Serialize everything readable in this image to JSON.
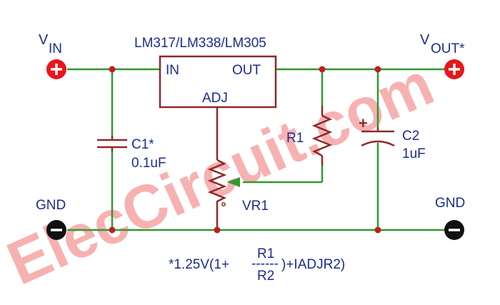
{
  "ic": {
    "name": "LM317/LM338/LM305",
    "in": "IN",
    "out": "OUT",
    "adj": "ADJ"
  },
  "vin": {
    "v": "V",
    "sub": "IN"
  },
  "vout": {
    "v": "V",
    "sub": "OUT*"
  },
  "gnd_left": "GND",
  "gnd_right": "GND",
  "c1": {
    "name": "C1*",
    "value": "0.1uF"
  },
  "c2": {
    "name": "C2",
    "value": "1uF",
    "polarity": "+"
  },
  "r1": "R1",
  "vr1": "VR1",
  "formula": {
    "prefix": "*1.25V(1+",
    "dash": "------",
    "num": "R1",
    "den": "R2",
    "suffix": ")+IADJR2)"
  },
  "watermark": "ElecCircuit.com",
  "colors": {
    "wire": "#2f9a2f",
    "component": "#8c2a2a",
    "node": "#c21e1e",
    "plus_terminal": "#e8161c",
    "minus_terminal": "#111111",
    "label": "#1b2d8a",
    "watermark": "#f6a3a3"
  }
}
